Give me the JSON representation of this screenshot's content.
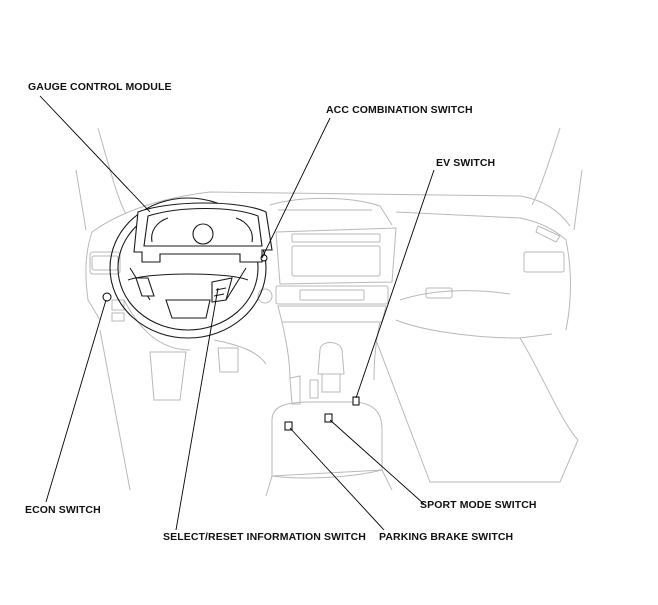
{
  "labels": {
    "gauge_control_module": "GAUGE CONTROL MODULE",
    "acc_combination_switch": "ACC COMBINATION SWITCH",
    "ev_switch": "EV SWITCH",
    "econ_switch": "ECON SWITCH",
    "select_reset_information_switch": "SELECT/RESET INFORMATION SWITCH",
    "parking_brake_switch": "PARKING BRAKE SWITCH",
    "sport_mode_switch": "SPORT MODE SWITCH"
  }
}
